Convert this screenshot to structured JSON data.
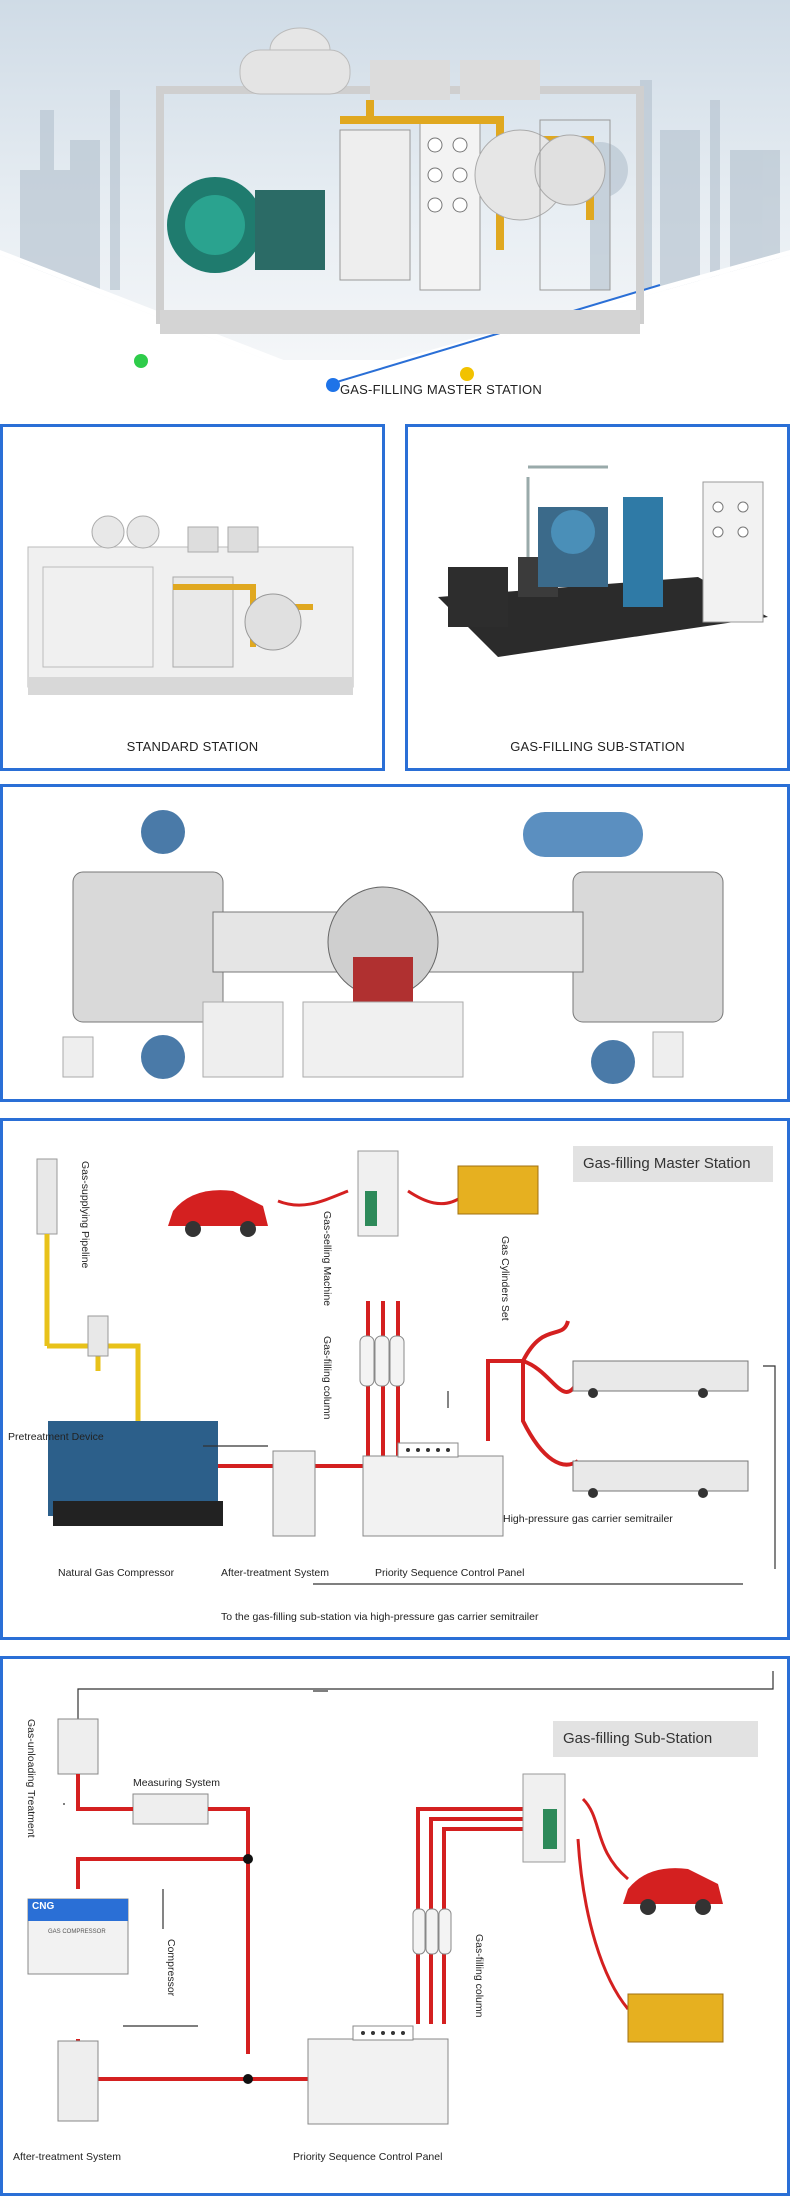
{
  "hero": {
    "caption": "GAS-FILLING MASTER STATION",
    "dot_colors": {
      "green": "#2ecc4a",
      "blue": "#1e73e8",
      "yellow": "#f2c200"
    }
  },
  "products": [
    {
      "caption": "STANDARD STATION"
    },
    {
      "caption": "GAS-FILLING SUB-STATION"
    }
  ],
  "master_diagram": {
    "title": "Gas-filling Master Station",
    "labels": {
      "supply_pipeline": "Gas-supplying Pipeline",
      "selling_machine": "Gas-selling Machine",
      "filling_column": "Gas-filling column",
      "cylinders_set": "Gas Cylinders Set",
      "pretreatment": "Pretreatment Device",
      "compressor": "Natural Gas Compressor",
      "after_treatment": "After-treatment System",
      "priority_panel": "Priority Sequence Control Panel",
      "hp_carrier": "High-pressure gas carrier semitrailer",
      "to_sub_station": "To the gas-filling sub-station via high-pressure gas carrier semitrailer"
    }
  },
  "sub_diagram": {
    "title": "Gas-filling Sub-Station",
    "labels": {
      "unloading": "Gas-unloading Treatment",
      "measuring": "Measuring System",
      "compressor": "Compressor",
      "filling_column": "Gas-filling column",
      "after_treatment": "After-treatment System",
      "priority_panel": "Priority Sequence Control Panel",
      "cng_brand": "CNG",
      "cng_sub": "GAS COMPRESSOR"
    }
  },
  "colors": {
    "frame_blue": "#2a6fd6",
    "pipe_red": "#d42020",
    "pipe_yellow": "#e8c21a"
  }
}
